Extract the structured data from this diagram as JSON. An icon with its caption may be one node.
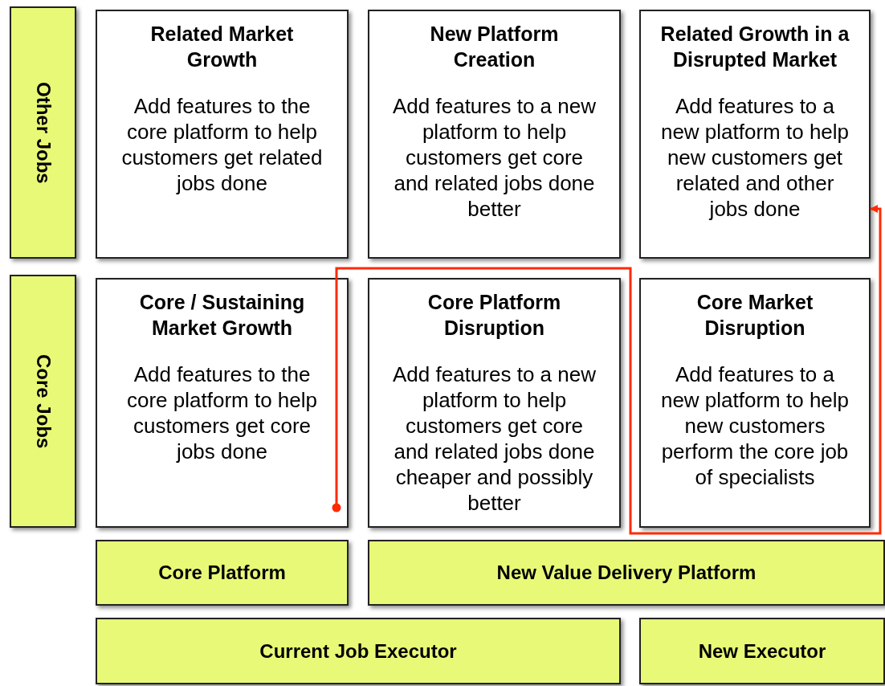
{
  "diagram": {
    "nodes": [
      {
        "text": [
          "Other Jobs"
        ]
      },
      {
        "text": [
          "Related Market Growth",
          "Add features to the core platform to help customers get related jobs done"
        ]
      },
      {
        "text": [
          "New Platform Creation",
          "Add features to a new platform to help customers get core and related jobs done better"
        ]
      },
      {
        "text": [
          "Related Growth in a Disrupted Market",
          "Add features to a new platform to help new customers get related and other jobs done"
        ]
      },
      {
        "text": [
          "Core Jobs"
        ]
      },
      {
        "text": [
          "Core / Sustaining Market Growth",
          "Add features to the core platform to help customers get core jobs done"
        ]
      },
      {
        "text": [
          "Core Platform Disruption",
          "Add features to a new platform to help customers get core and related jobs done cheaper and possibly better"
        ]
      },
      {
        "text": [
          "Core Market Disruption",
          "Add features to a new platform to help new customers perform the core job of specialists"
        ]
      },
      {
        "text": [
          "Core Platform"
        ]
      },
      {
        "text": [
          "New Value Delivery Platform"
        ]
      },
      {
        "text": [
          "Current Job Executor"
        ]
      },
      {
        "text": [
          "New Executor"
        ]
      }
    ],
    "edges": [
      {
        "from": 5,
        "to": 3,
        "arrow": "to"
      }
    ]
  }
}
